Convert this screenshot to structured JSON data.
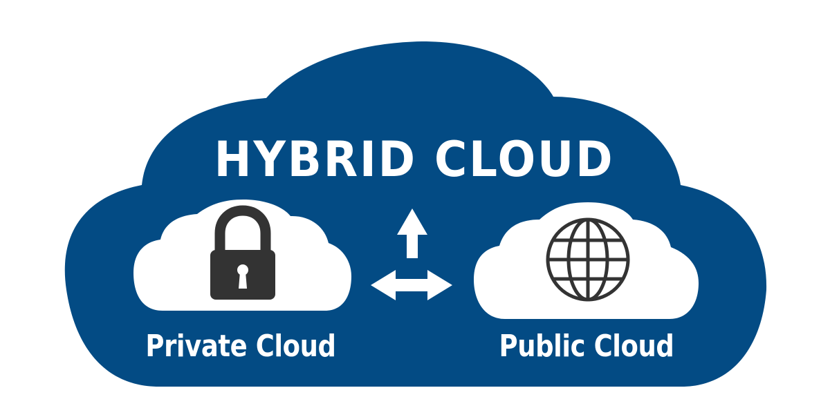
{
  "diagram": {
    "title": "HYBRID CLOUD",
    "colors": {
      "main_cloud": "#034b84",
      "inner_cloud": "#ffffff",
      "icon": "#333333",
      "text": "#ffffff",
      "arrows": "#ffffff",
      "background": "#ffffff"
    },
    "nodes": [
      {
        "id": "private",
        "label": "Private Cloud",
        "icon": "lock-icon"
      },
      {
        "id": "public",
        "label": "Public Cloud",
        "icon": "globe-icon"
      }
    ],
    "connectors": [
      {
        "type": "up-arrow",
        "icon": "arrow-up-icon"
      },
      {
        "type": "bidirectional-arrow",
        "icon": "arrow-left-right-icon",
        "from": "private",
        "to": "public"
      }
    ]
  }
}
